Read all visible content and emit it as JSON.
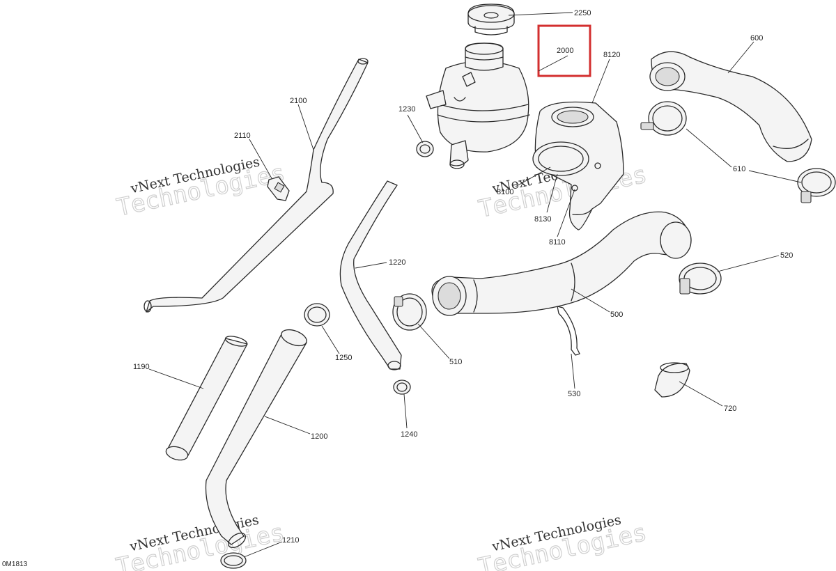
{
  "diagram": {
    "code": "0M1813",
    "highlight_color": "#d32f2f",
    "highlighted_part": "2000",
    "watermark": {
      "line1": "vNext Technologies",
      "line2": "Technologies"
    },
    "callouts": {
      "c2250": "2250",
      "c2000": "2000",
      "c8120": "8120",
      "c600": "600",
      "c2100": "2100",
      "c1230": "1230",
      "c2110": "2110",
      "c8100": "8100",
      "c610": "610",
      "c8130": "8130",
      "c8110": "8110",
      "c1220": "1220",
      "c520": "520",
      "c500": "500",
      "c510": "510",
      "c1250": "1250",
      "c1190": "1190",
      "c530": "530",
      "c720": "720",
      "c1240": "1240",
      "c1200": "1200",
      "c1210": "1210"
    }
  }
}
